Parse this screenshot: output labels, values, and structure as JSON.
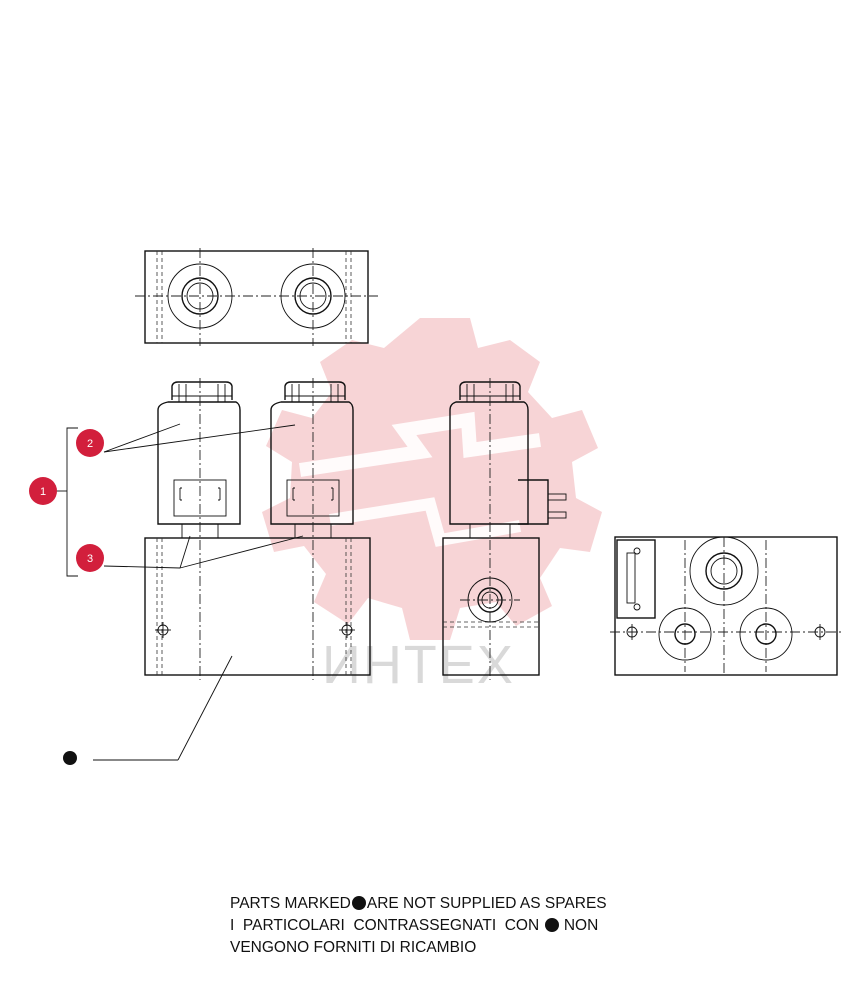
{
  "watermark": {
    "text": "ИНТЕХ",
    "color": "#f4c6c8"
  },
  "callouts": [
    {
      "id": "callout-1",
      "label": "1",
      "color": "#d21f3c"
    },
    {
      "id": "callout-2",
      "label": "2",
      "color": "#d21f3c"
    },
    {
      "id": "callout-3",
      "label": "3",
      "color": "#d21f3c"
    }
  ],
  "notes": {
    "line1_before": "PARTS MARKED",
    "line1_after": "ARE NOT SUPPLIED AS SPARES",
    "line2_before": "I  PARTICOLARI  CONTRASSEGNATI  CON",
    "line2_after": "NON",
    "line3": "VENGONO FORNITI DI RICAMBIO"
  }
}
